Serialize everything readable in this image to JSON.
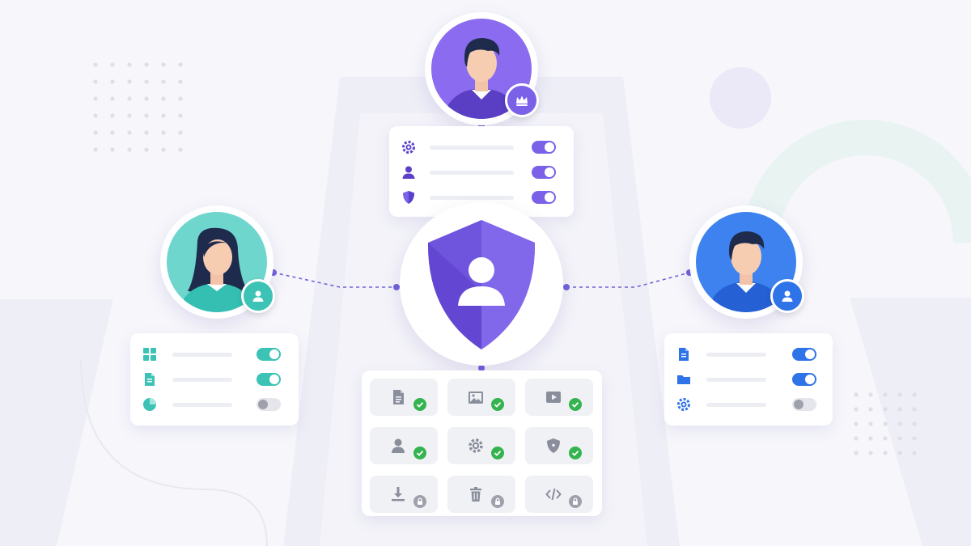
{
  "colors": {
    "background": "#f6f6fb",
    "purple": "#7b61e8",
    "purple_dark": "#5b3fc9",
    "teal": "#3cc3b6",
    "blue": "#2f73e8",
    "check_green": "#34b34f",
    "lock_gray": "#9ea1ac",
    "connector": "#6f62d9"
  },
  "center": {
    "icon": "shield-user-icon"
  },
  "admin": {
    "icon": "man-avatar-icon",
    "badge_icon": "crown-icon",
    "permissions": [
      {
        "icon": "gear-icon",
        "enabled": true
      },
      {
        "icon": "user-icon",
        "enabled": true
      },
      {
        "icon": "shield-icon",
        "enabled": true
      }
    ]
  },
  "left_user": {
    "icon": "woman-avatar-icon",
    "badge_icon": "user-icon",
    "permissions": [
      {
        "icon": "grid-icon",
        "enabled": true
      },
      {
        "icon": "document-icon",
        "enabled": true
      },
      {
        "icon": "pie-chart-icon",
        "enabled": false
      }
    ]
  },
  "right_user": {
    "icon": "man-avatar-icon",
    "badge_icon": "user-icon",
    "permissions": [
      {
        "icon": "document-icon",
        "enabled": true
      },
      {
        "icon": "folder-icon",
        "enabled": true
      },
      {
        "icon": "gear-icon",
        "enabled": false
      }
    ]
  },
  "resources": [
    {
      "icon": "document-icon",
      "status": "allowed"
    },
    {
      "icon": "image-icon",
      "status": "allowed"
    },
    {
      "icon": "video-icon",
      "status": "allowed"
    },
    {
      "icon": "user-icon",
      "status": "allowed"
    },
    {
      "icon": "gear-icon",
      "status": "allowed"
    },
    {
      "icon": "shield-icon",
      "status": "allowed"
    },
    {
      "icon": "download-icon",
      "status": "locked"
    },
    {
      "icon": "trash-icon",
      "status": "locked"
    },
    {
      "icon": "code-icon",
      "status": "locked"
    }
  ]
}
